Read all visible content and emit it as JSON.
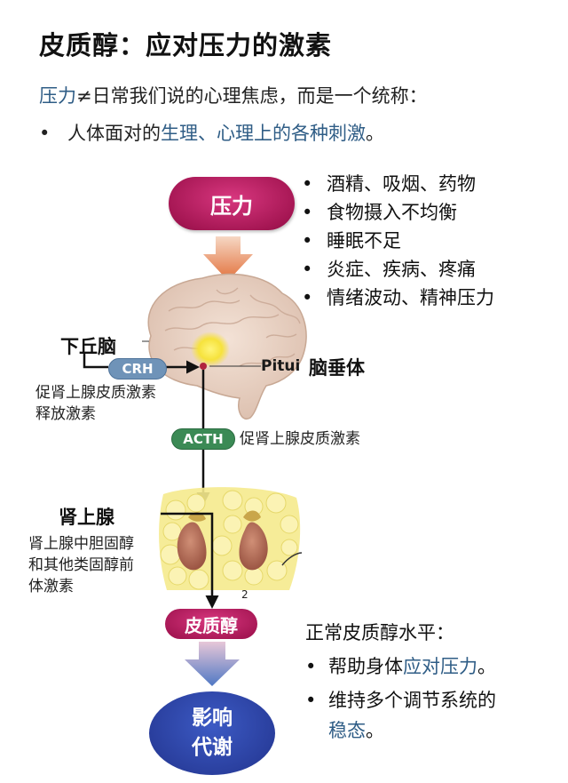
{
  "title": "皮质醇：应对压力的激素",
  "intro": {
    "highlight": "压力",
    "rest": "≠日常我们说的心理焦虑，而是一个统称："
  },
  "intro_bullet": {
    "bullet": "•",
    "before": "人体面对的",
    "highlight": "生理、心理上的各种刺激",
    "after": "。"
  },
  "stress_sources": [
    "酒精、吸烟、药物",
    "食物摄入不均衡",
    "睡眠不足",
    "炎症、疾病、疼痛",
    "情绪波动、精神压力"
  ],
  "nodes": {
    "stress": "压力",
    "hypothalamus": "下丘脑",
    "pituitary_en": "Pitui",
    "pituitary": "脑垂体",
    "crh": "CRH",
    "crh_desc_line1": "促肾上腺皮质激素",
    "crh_desc_line2": "释放激素",
    "acth": "ACTH",
    "acth_desc": "促肾上腺皮质激素",
    "adrenal": "肾上腺",
    "adrenal_desc_line1": "肾上腺中胆固醇",
    "adrenal_desc_line2": "和其他类固醇前",
    "adrenal_desc_line3": "体激素",
    "figure_number": "2",
    "cortisol": "皮质醇",
    "effect_line1": "影响",
    "effect_line2": "代谢"
  },
  "normal_level": {
    "heading": "正常皮质醇水平：",
    "items": [
      {
        "bullet": "•",
        "before": "帮助身体",
        "highlight": "应对压力",
        "after": "。"
      },
      {
        "bullet": "•",
        "line1": "维持多个调节系统的",
        "line2_highlight": "稳态",
        "line2_after": "。"
      }
    ]
  },
  "colors": {
    "stress_pill": "#a51653",
    "crh_pill": "#6f93b8",
    "acth_pill": "#3b8a55",
    "effect_oval": "#2a3f9e",
    "highlight_text": "#2f5d86",
    "arrow_orange": "#e2703a",
    "arrow_blue": "#4f78c4"
  }
}
